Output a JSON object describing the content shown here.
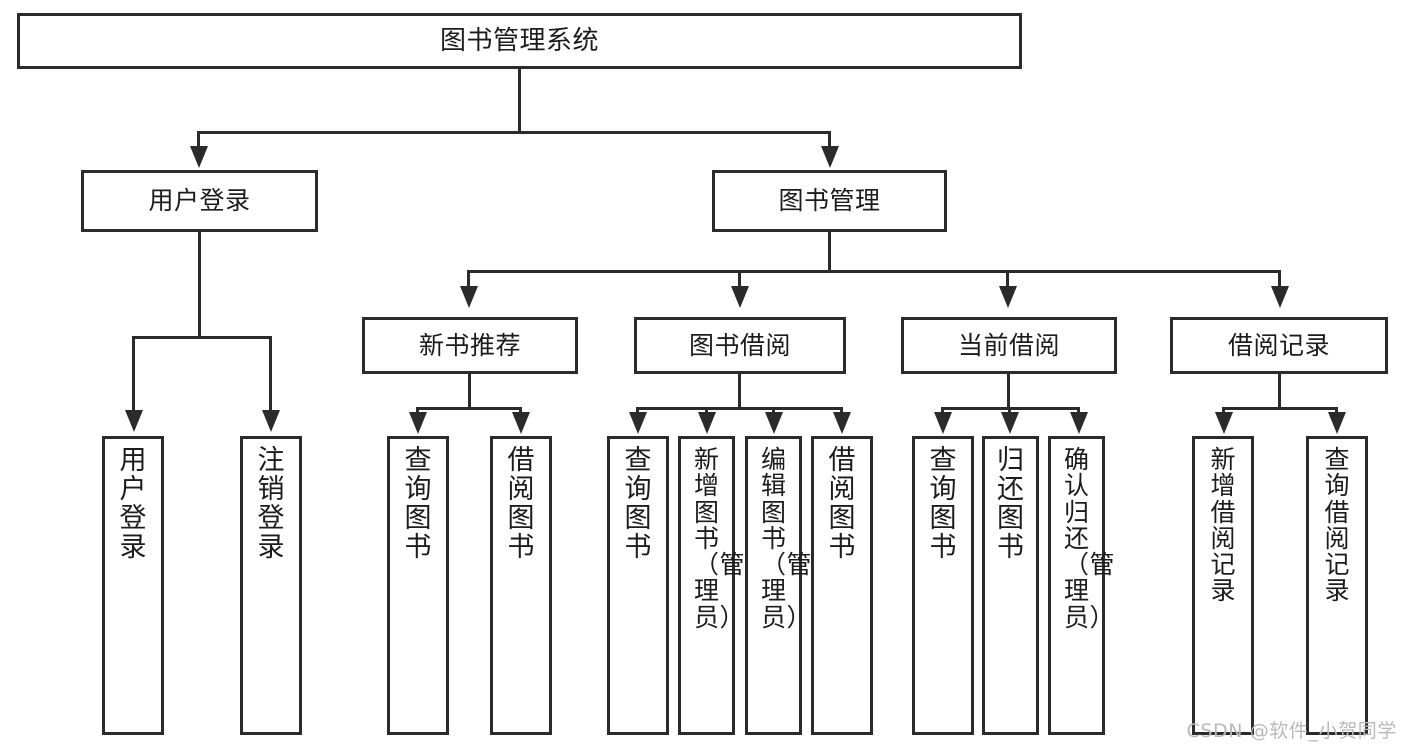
{
  "diagram": {
    "type": "tree-hierarchy",
    "title": "图书管理系统",
    "orientation": "top-down",
    "colors": {
      "stroke": "#2b2b2b",
      "fill": "#ffffff",
      "text": "#1c1c1c",
      "watermark": "#b9b9b9"
    },
    "watermark": "CSDN @软件_小贺同学"
  },
  "nodes": {
    "root": {
      "label": "图书管理系统"
    },
    "level2": [
      {
        "id": "user-login",
        "label": "用户登录"
      },
      {
        "id": "book-manage",
        "label": "图书管理"
      }
    ],
    "level3": [
      {
        "id": "new-book-recommend",
        "label": "新书推荐"
      },
      {
        "id": "book-borrow",
        "label": "图书借阅"
      },
      {
        "id": "current-borrow",
        "label": "当前借阅"
      },
      {
        "id": "borrow-record",
        "label": "借阅记录"
      }
    ],
    "leaves": {
      "user_login": [
        {
          "id": "leaf-user-login",
          "label": "用户登录"
        },
        {
          "id": "leaf-logout-login",
          "label": "注销登录"
        }
      ],
      "new_book_recommend": [
        {
          "id": "leaf-query-book-1",
          "label": "查询图书"
        },
        {
          "id": "leaf-borrow-book-1",
          "label": "借阅图书"
        }
      ],
      "book_borrow": [
        {
          "id": "leaf-query-book-2",
          "label": "查询图书"
        },
        {
          "id": "leaf-add-book",
          "label": "新增图书（管理员）"
        },
        {
          "id": "leaf-edit-book",
          "label": "编辑图书（管理员）"
        },
        {
          "id": "leaf-borrow-book-2",
          "label": "借阅图书"
        }
      ],
      "current_borrow": [
        {
          "id": "leaf-query-book-3",
          "label": "查询图书"
        },
        {
          "id": "leaf-return-book",
          "label": "归还图书"
        },
        {
          "id": "leaf-confirm-return",
          "label": "确认归还（管理员）"
        }
      ],
      "borrow_record": [
        {
          "id": "leaf-add-borrow-record",
          "label": "新增借阅记录"
        },
        {
          "id": "leaf-query-borrow-record",
          "label": "查询借阅记录"
        }
      ]
    }
  }
}
